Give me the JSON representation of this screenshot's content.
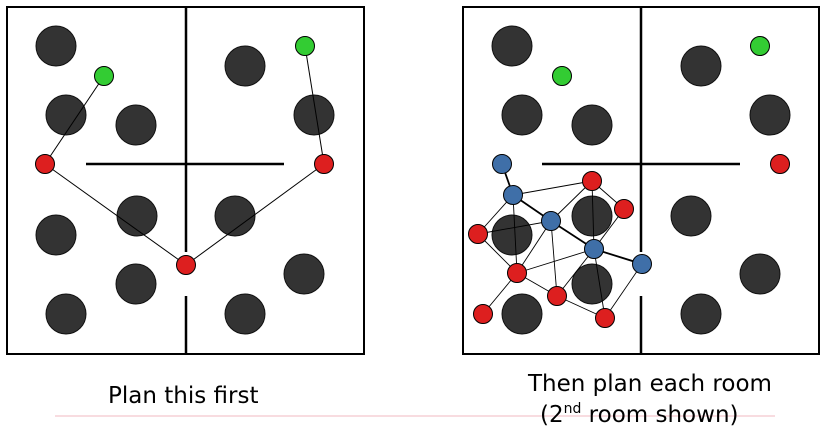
{
  "captions": {
    "left": "Plan this first",
    "right_line1": "Then plan each room",
    "right_line2_pre": "(2",
    "right_line2_sup": "nd",
    "right_line2_post": " room shown)"
  },
  "colors": {
    "obstacle": "#333333",
    "start_goal": "#33cc33",
    "waypoint": "#dd1f1f",
    "room_node": "#3f6fa8",
    "wall": "#000000",
    "underline": "#f2b8c0"
  }
}
